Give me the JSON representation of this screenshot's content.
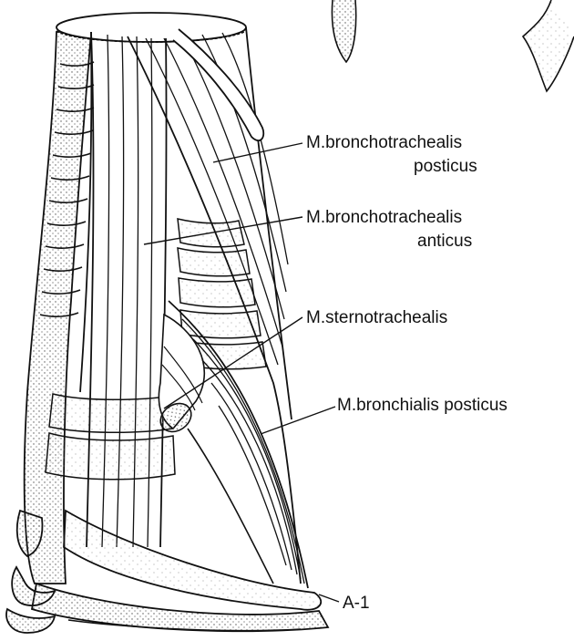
{
  "labels": {
    "bronchotrachealis_posticus_line1": "M.bronchotrachealis",
    "bronchotrachealis_posticus_line2": "posticus",
    "bronchotrachealis_anticus_line1": "M.bronchotrachealis",
    "bronchotrachealis_anticus_line2": "anticus",
    "sternotrachealis": "M.sternotrachealis",
    "bronchialis_posticus": "M.bronchialis posticus",
    "a1": "A-1"
  },
  "colors": {
    "ink": "#111111",
    "stipple": "#555555",
    "background": "#ffffff"
  }
}
